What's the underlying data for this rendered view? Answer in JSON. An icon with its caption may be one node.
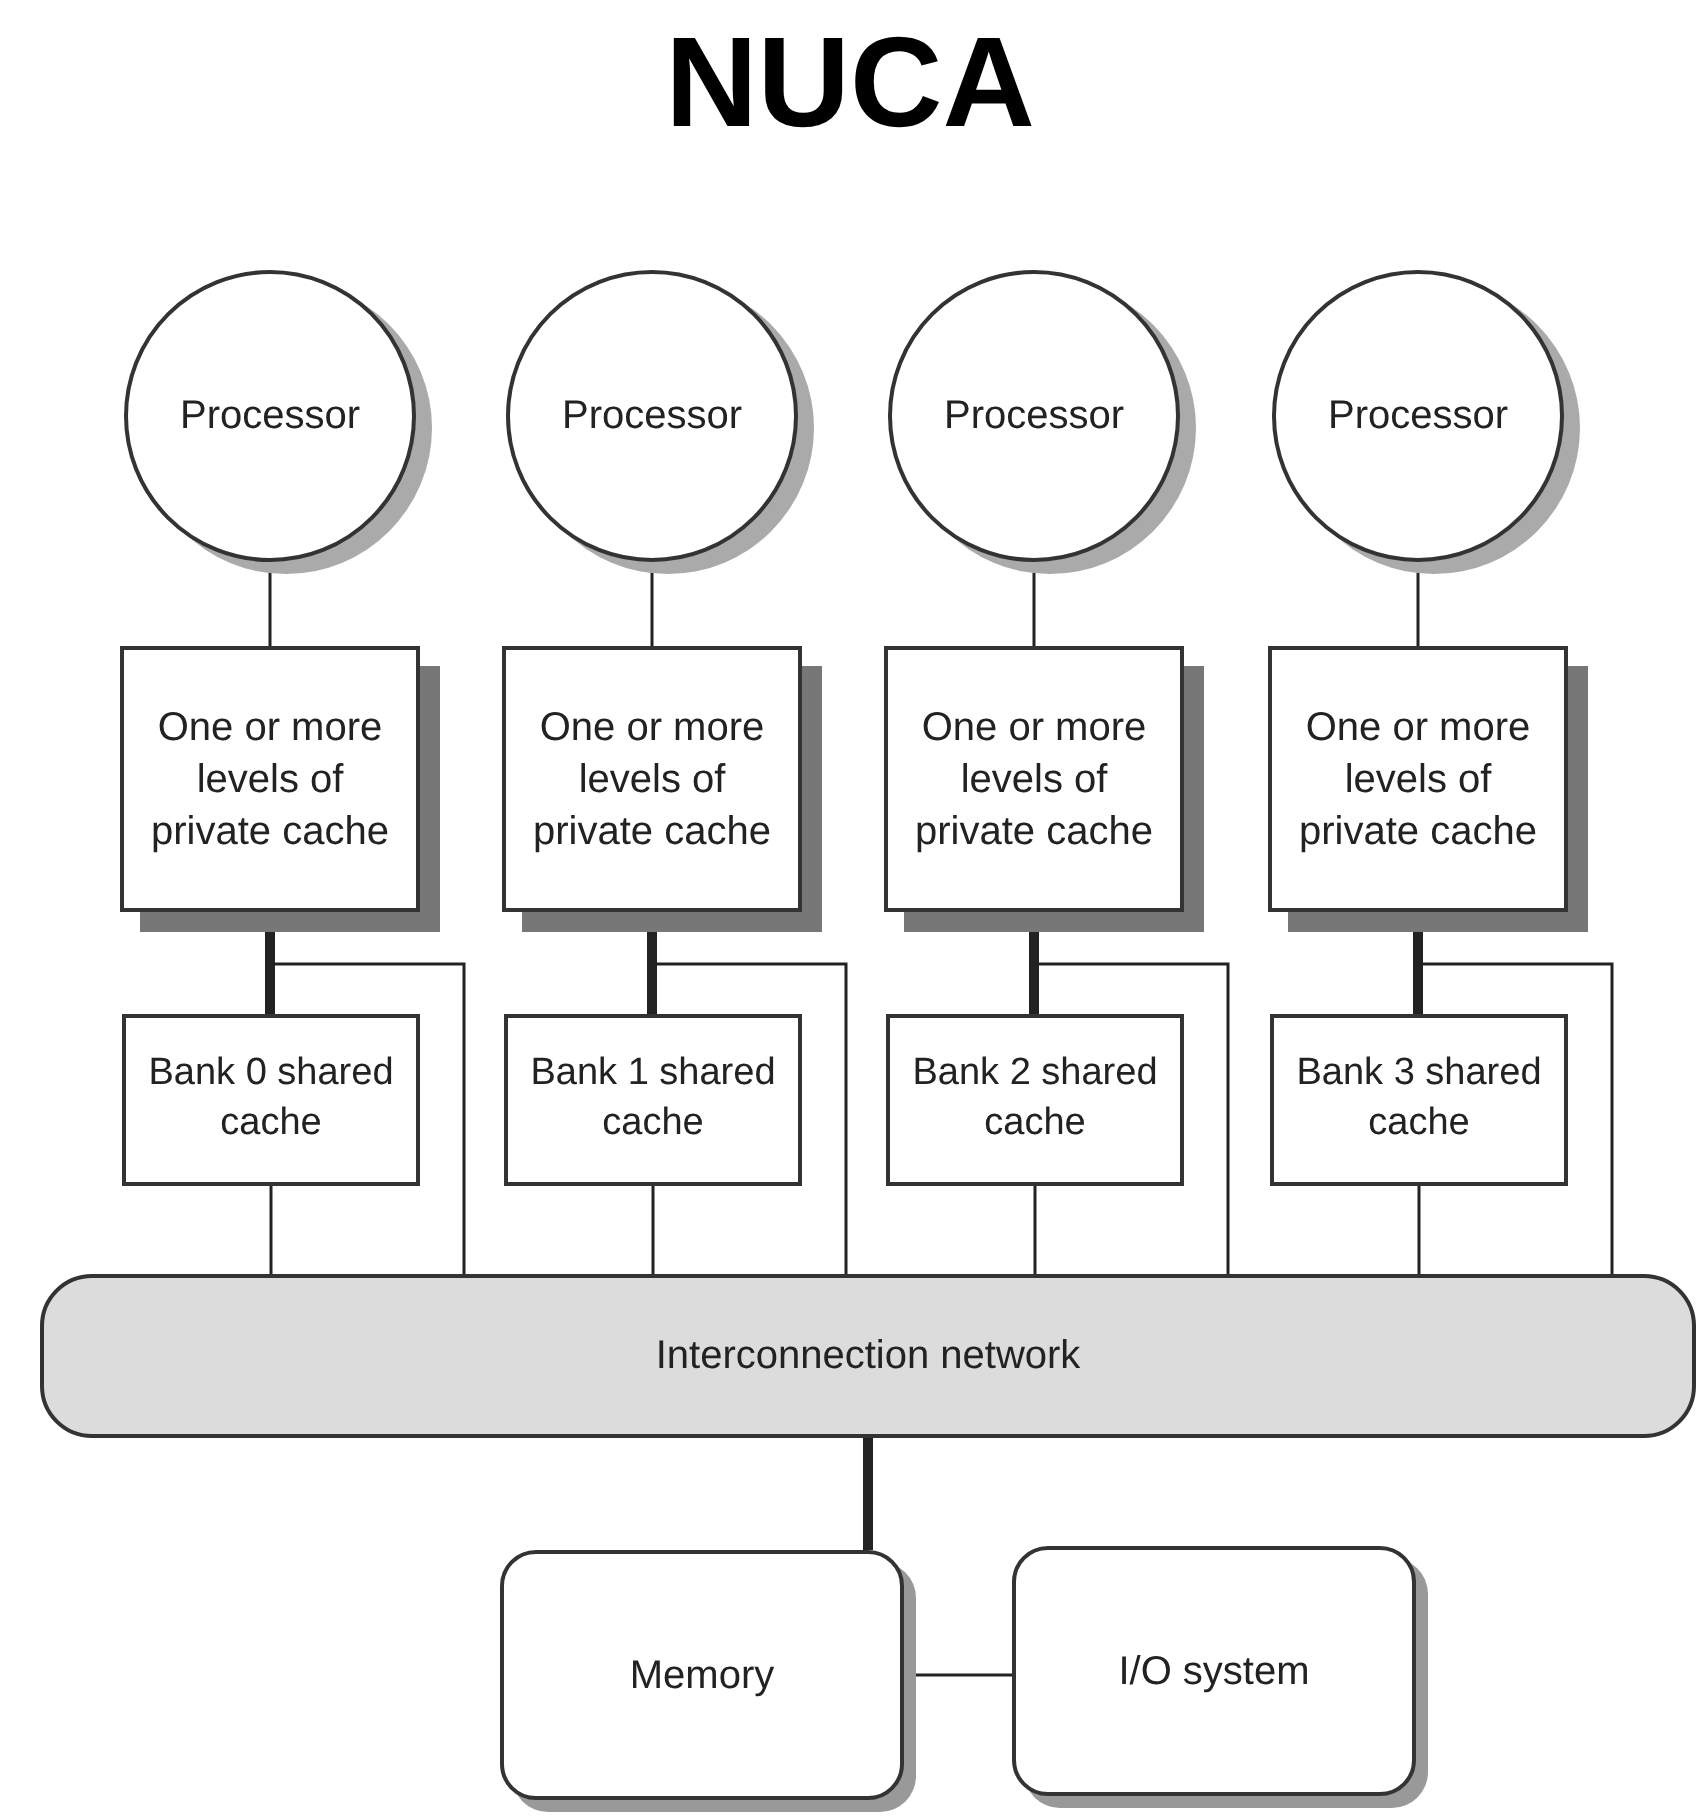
{
  "diagram": {
    "title": "NUCA",
    "nodes": [
      {
        "text": [
          "Processor"
        ]
      },
      {
        "text": [
          "Processor"
        ]
      },
      {
        "text": [
          "Processor"
        ]
      },
      {
        "text": [
          "Processor"
        ]
      },
      {
        "text": [
          "One or more levels of private cache"
        ]
      },
      {
        "text": [
          "One or more levels of private cache"
        ]
      },
      {
        "text": [
          "One or more levels of private cache"
        ]
      },
      {
        "text": [
          "One or more levels of private cache"
        ]
      },
      {
        "text": [
          "Bank 0 shared cache"
        ]
      },
      {
        "text": [
          "Bank 1 shared cache"
        ]
      },
      {
        "text": [
          "Bank 2 shared cache"
        ]
      },
      {
        "text": [
          "Bank 3 shared cache"
        ]
      },
      {
        "text": [
          "Interconnection network"
        ]
      },
      {
        "text": [
          "Memory"
        ]
      },
      {
        "text": [
          "I/O system"
        ]
      }
    ],
    "edges": [
      {
        "from": 0,
        "to": 4,
        "arrow": "none"
      },
      {
        "from": 1,
        "to": 5,
        "arrow": "none"
      },
      {
        "from": 2,
        "to": 6,
        "arrow": "none"
      },
      {
        "from": 3,
        "to": 7,
        "arrow": "none"
      },
      {
        "from": 4,
        "to": 8,
        "arrow": "none",
        "style": "thick"
      },
      {
        "from": 5,
        "to": 9,
        "arrow": "none",
        "style": "thick"
      },
      {
        "from": 6,
        "to": 10,
        "arrow": "none",
        "style": "thick"
      },
      {
        "from": 7,
        "to": 11,
        "arrow": "none",
        "style": "thick"
      },
      {
        "from": 4,
        "to": 12,
        "arrow": "none"
      },
      {
        "from": 5,
        "to": 12,
        "arrow": "none"
      },
      {
        "from": 6,
        "to": 12,
        "arrow": "none"
      },
      {
        "from": 7,
        "to": 12,
        "arrow": "none"
      },
      {
        "from": 8,
        "to": 12,
        "arrow": "none"
      },
      {
        "from": 9,
        "to": 12,
        "arrow": "none"
      },
      {
        "from": 10,
        "to": 12,
        "arrow": "none"
      },
      {
        "from": 11,
        "to": 12,
        "arrow": "none"
      },
      {
        "from": 12,
        "to": 13,
        "arrow": "none",
        "style": "thick"
      },
      {
        "from": 13,
        "to": 14,
        "arrow": "none"
      }
    ]
  }
}
